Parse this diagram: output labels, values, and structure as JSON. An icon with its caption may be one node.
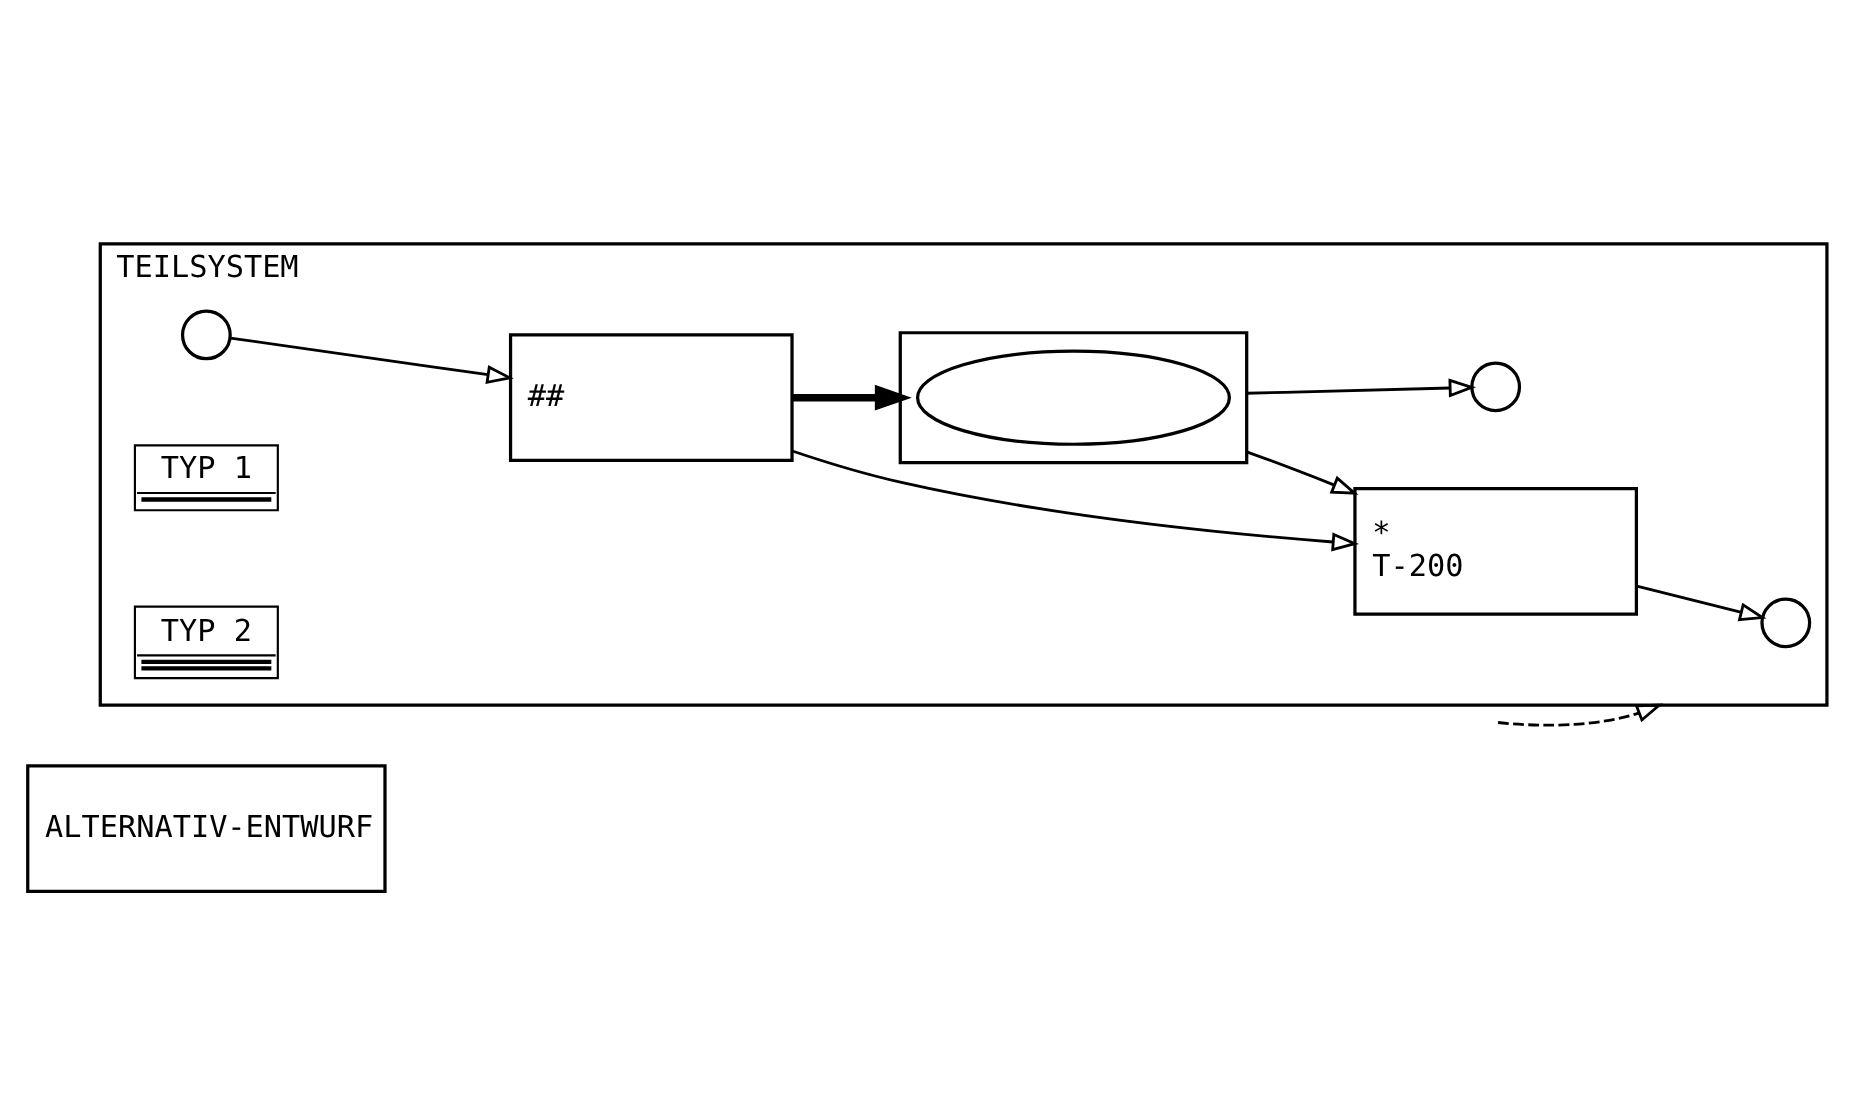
{
  "diagram": {
    "nodes": [
      {
        "text": [
          "ALTERNATIV-ENTWURF"
        ]
      },
      {
        "text": [
          "TEILSYSTEM"
        ]
      },
      {
        "text": [],
        "shape": "circle",
        "in": 1
      },
      {
        "text": [
          "*",
          "T-200"
        ],
        "in": 1
      },
      {
        "text": [],
        "shape": "circle",
        "in": 1
      },
      {
        "text": [
          "##"
        ],
        "in": 1
      },
      {
        "text": [],
        "shape": "box",
        "in": 1
      },
      {
        "text": [],
        "shape": "ellipse",
        "in": 6
      },
      {
        "text": [],
        "shape": "circle",
        "in": 1
      }
    ],
    "edges": [
      {
        "from": 3,
        "to": 2,
        "arrow": "to"
      },
      {
        "from": 4,
        "to": 5,
        "arrow": "to"
      },
      {
        "from": 5,
        "to": 3,
        "arrow": "to"
      },
      {
        "from": 6,
        "to": 3,
        "arrow": "to"
      },
      {
        "from": 5,
        "to": 6,
        "arrow": "to",
        "style": "thick"
      },
      {
        "from": 6,
        "to": 8,
        "arrow": "to"
      },
      {
        "from": null,
        "to": 1,
        "arrow": "to",
        "style": "dashed"
      }
    ],
    "legend": [
      {
        "text": "TYP 1"
      },
      {
        "text": "TYP 2"
      }
    ]
  }
}
